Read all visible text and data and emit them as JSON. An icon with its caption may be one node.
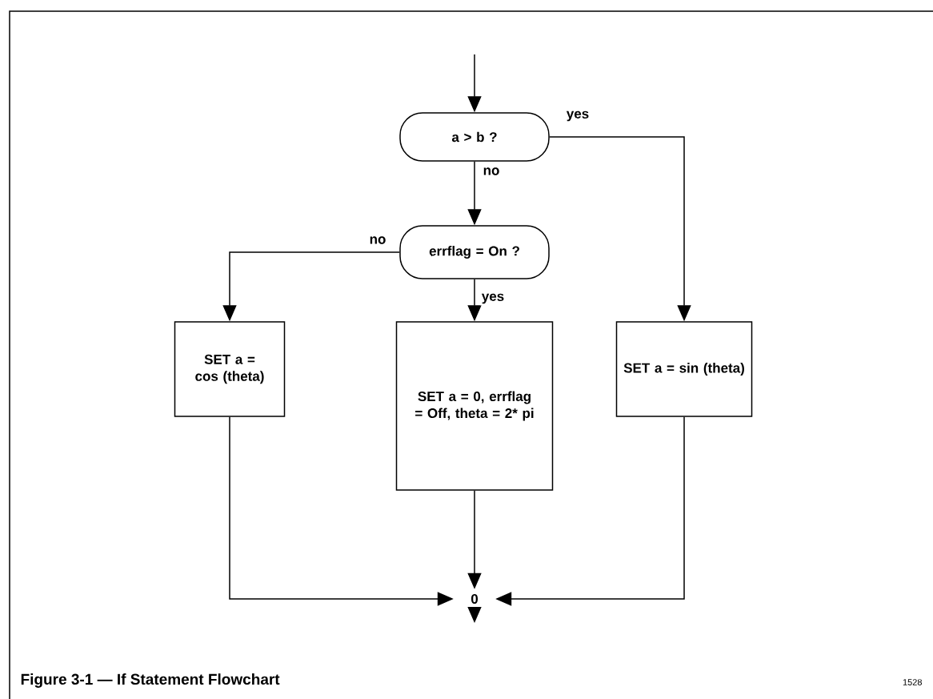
{
  "diagram": {
    "caption": "Figure 3-1 — If Statement Flowchart",
    "nodes": [
      {
        "text": [
          "a > b ?"
        ]
      },
      {
        "text": [
          "errflag = On ?"
        ]
      },
      {
        "text": [
          "SET a = cos (theta)"
        ]
      },
      {
        "text": [
          "SET a = 0, errflag = Off, theta = 2* pi"
        ]
      },
      {
        "text": [
          "SET a = sin (theta)"
        ]
      },
      {
        "text": [
          "0"
        ]
      }
    ],
    "edges": [
      {
        "from": null,
        "to": 0,
        "arrow": "to"
      },
      {
        "from": 0,
        "to": 4,
        "arrow": "to",
        "label": "yes"
      },
      {
        "from": 0,
        "to": 1,
        "arrow": "to",
        "label": "no"
      },
      {
        "from": 1,
        "to": 2,
        "arrow": "to",
        "label": "no"
      },
      {
        "from": 1,
        "to": 3,
        "arrow": "to",
        "label": "yes"
      },
      {
        "from": 2,
        "to": 5,
        "arrow": "to"
      },
      {
        "from": 3,
        "to": 5,
        "arrow": "to"
      },
      {
        "from": 4,
        "to": 5,
        "arrow": "to"
      },
      {
        "from": 5,
        "to": null,
        "arrow": "to"
      }
    ],
    "labels": [
      "1528"
    ]
  }
}
